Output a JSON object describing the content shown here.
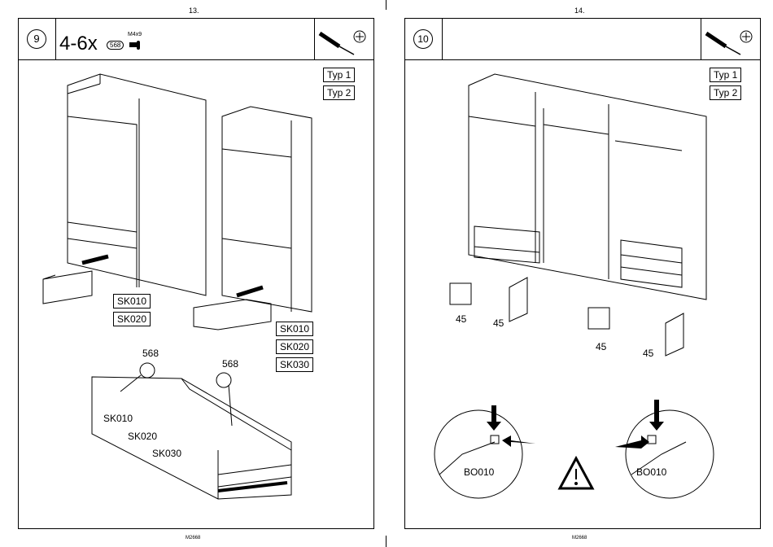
{
  "left_page": {
    "page_number": "13.",
    "step": "9",
    "quantity": "4-6x",
    "part_number": "568",
    "screw_size": "M4x9",
    "type_labels": [
      "Typ 1",
      "Typ 2"
    ],
    "drawer_labels_a": [
      "SK010",
      "SK020"
    ],
    "drawer_labels_b": [
      "SK010",
      "SK020",
      "SK030"
    ],
    "detail_part_labels": [
      "568",
      "568"
    ],
    "detail_drawer_labels": [
      "SK010",
      "SK020",
      "SK030"
    ],
    "footer": "M2668"
  },
  "right_page": {
    "page_number": "14.",
    "step": "10",
    "type_labels": [
      "Typ 1",
      "Typ 2"
    ],
    "counts": [
      "45",
      "45",
      "45",
      "45"
    ],
    "detail_labels": [
      "BO010",
      "BO010"
    ],
    "footer": "M2668"
  },
  "icons": [
    "screwdriver-icon",
    "phillips-screw-icon",
    "warning-icon"
  ]
}
